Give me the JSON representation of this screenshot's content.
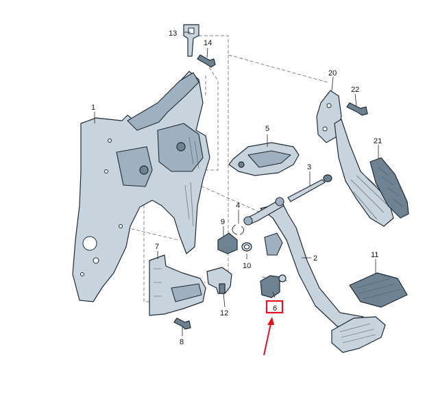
{
  "callouts": [
    {
      "id": "c1",
      "text": "1"
    },
    {
      "id": "c2",
      "text": "2"
    },
    {
      "id": "c3",
      "text": "3"
    },
    {
      "id": "c4",
      "text": "4"
    },
    {
      "id": "c5",
      "text": "5"
    },
    {
      "id": "c6",
      "text": "6"
    },
    {
      "id": "c7",
      "text": "7"
    },
    {
      "id": "c8",
      "text": "8"
    },
    {
      "id": "c9",
      "text": "9"
    },
    {
      "id": "c10",
      "text": "10"
    },
    {
      "id": "c11",
      "text": "11"
    },
    {
      "id": "c12",
      "text": "12"
    },
    {
      "id": "c13",
      "text": "13"
    },
    {
      "id": "c14",
      "text": "14"
    },
    {
      "id": "c20",
      "text": "20"
    },
    {
      "id": "c21",
      "text": "21"
    },
    {
      "id": "c22",
      "text": "22"
    }
  ],
  "highlight": {
    "callout": "6",
    "box_color": "#e8101a",
    "arrow_color": "#e8101a"
  },
  "colors": {
    "part_fill": "#c7d3dd",
    "part_dark": "#6f8291",
    "outline": "#1f2a33"
  }
}
